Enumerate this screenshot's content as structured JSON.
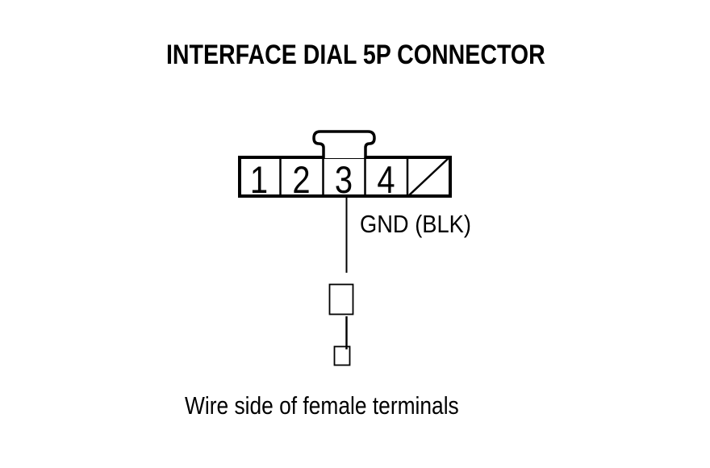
{
  "page": {
    "background_color": "#ffffff",
    "line_color": "#000000"
  },
  "diagram": {
    "title": "INTERFACE DIAL 5P CONNECTOR",
    "connector": {
      "type": "5P connector, wire side view",
      "pins": [
        "1",
        "2",
        "3",
        "4"
      ],
      "pin5_symbol": "diagonal-slash-empty-cavity"
    },
    "wire": {
      "label": "GND (BLK)"
    },
    "caption": "Wire side of female terminals"
  }
}
